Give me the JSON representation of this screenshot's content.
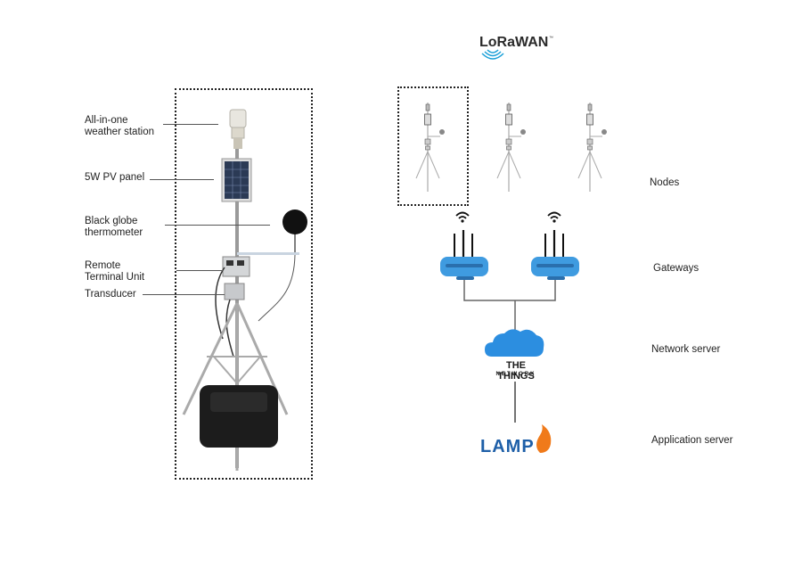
{
  "left_labels": [
    "All-in-one\nweather station",
    "5W PV panel",
    "Black globe\nthermometer",
    "Remote\nTerminal Unit",
    "Transducer"
  ],
  "right_labels": {
    "nodes": "Nodes",
    "gateways": "Gateways",
    "network_server": "Network server",
    "application_server": "Application server"
  },
  "logos": {
    "lorawan": "LoRaWAN",
    "lorawan_tm": "™",
    "ttn_title": "THE THINGS",
    "ttn_subtitle": "NETWORK",
    "lamp": "LAMP"
  },
  "colors": {
    "gateway_blue": "#3f9be0",
    "cloud_blue": "#2c8ee0",
    "lamp_blue": "#1e5fa8",
    "lamp_orange": "#f07a1a",
    "wire": "#666666"
  },
  "icons": [
    "wifi-signal-icon",
    "gateway-router-icon",
    "cloud-icon",
    "flame-icon",
    "sensor-node-icon"
  ]
}
